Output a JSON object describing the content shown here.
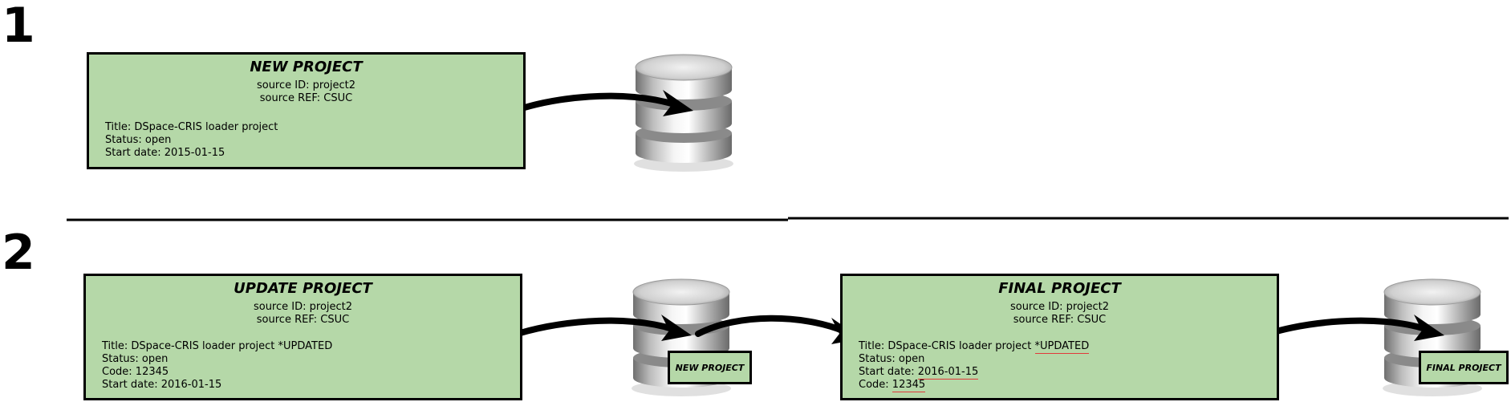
{
  "steps": {
    "one": "1",
    "two": "2"
  },
  "step1": {
    "new_project": {
      "title": "NEW PROJECT",
      "source_id": "source ID: project2",
      "source_ref": "source REF: CSUC",
      "fields": [
        "Title: DSpace-CRIS loader project",
        "Status: open",
        "Start date: 2015-01-15"
      ]
    }
  },
  "step2": {
    "update_project": {
      "title": "UPDATE PROJECT",
      "source_id": "source ID: project2",
      "source_ref": "source REF: CSUC",
      "fields": [
        "Title: DSpace-CRIS loader project *UPDATED",
        "Status: open",
        "Code: 12345",
        "Start date: 2016-01-15"
      ]
    },
    "db_label_new": "NEW PROJECT",
    "final_project": {
      "title": "FINAL PROJECT",
      "source_id": "source ID: project2",
      "source_ref": "source REF: CSUC",
      "title_prefix": "Title: DSpace-CRIS loader project ",
      "title_changed": "*UPDATED",
      "status": "Status: open",
      "start_prefix": "Start date: ",
      "start_changed": "2016-01-15",
      "code_prefix": "Code: ",
      "code_changed": "12345"
    },
    "db_label_final": "FINAL PROJECT"
  },
  "colors": {
    "box_fill": "#b5d8a8",
    "highlight_underline": "#e03a3a"
  }
}
